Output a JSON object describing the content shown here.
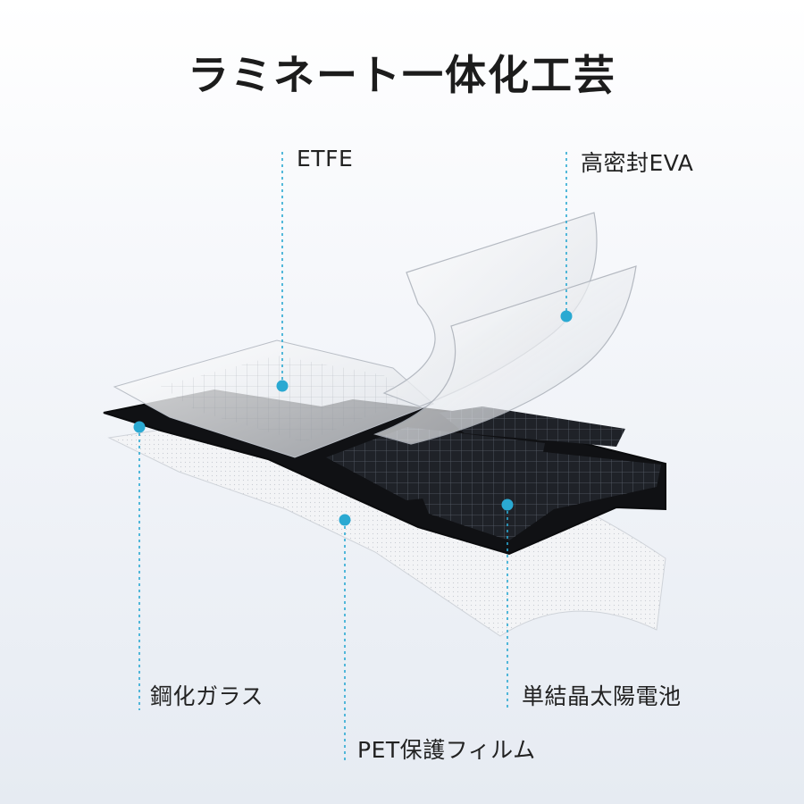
{
  "title": "ラミネート一体化工芸",
  "layers": {
    "etfe": "ETFE",
    "eva": "高密封EVA",
    "glass": "鋼化ガラス",
    "cell": "単結晶太陽電池",
    "pet": "PET保護フィルム"
  },
  "colors": {
    "accent": "#2aa9d2",
    "cell": "#1b1d22",
    "frame": "#101114"
  }
}
